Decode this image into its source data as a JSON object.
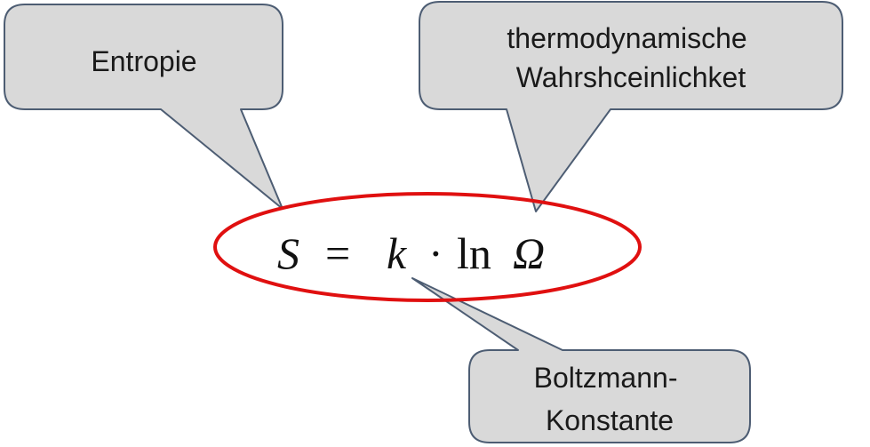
{
  "callouts": {
    "entropy": {
      "lines": [
        "Entropie"
      ]
    },
    "probability": {
      "lines": [
        "thermodynamische",
        "Wahrshceinlichket"
      ]
    },
    "boltzmann": {
      "lines": [
        "Boltzmann-",
        "Konstante"
      ]
    }
  },
  "formula": {
    "S": "S",
    "equals": "=",
    "k": "k",
    "dot": "·",
    "ln": "ln",
    "omega": "Ω"
  },
  "colors": {
    "callout_fill": "#d9d9d9",
    "callout_stroke": "#4d5d73",
    "ellipse_stroke": "#e01010"
  }
}
